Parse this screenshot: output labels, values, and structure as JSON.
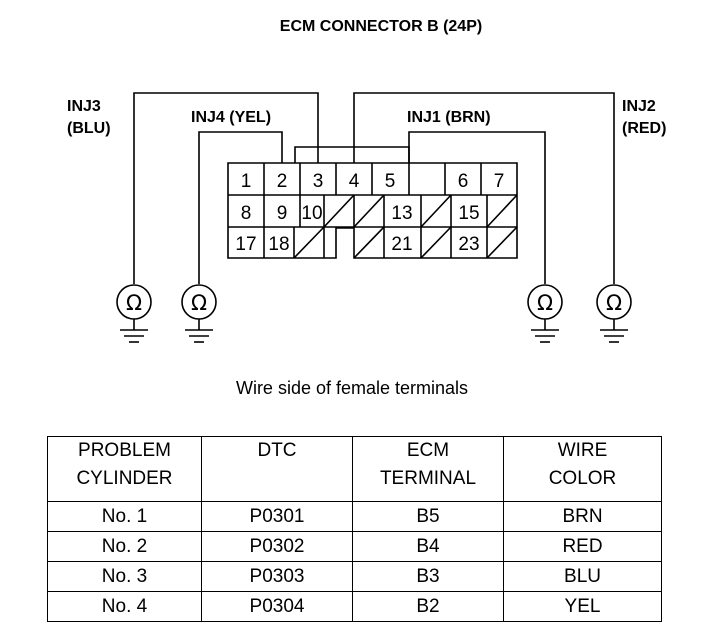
{
  "title": "ECM CONNECTOR B (24P)",
  "wire_labels": {
    "inj3_line1": "INJ3",
    "inj3_line2": "(BLU)",
    "inj4": "INJ4 (YEL)",
    "inj1": "INJ1 (BRN)",
    "inj2_line1": "INJ2",
    "inj2_line2": "(RED)"
  },
  "connector_pins": {
    "row1": [
      "1",
      "2",
      "3",
      "4",
      "5",
      "6",
      "7"
    ],
    "row2": [
      "8",
      "9",
      "10",
      "13",
      "15"
    ],
    "row3": [
      "17",
      "18",
      "21",
      "23"
    ]
  },
  "meter_symbol": "Ω",
  "caption": "Wire side of female terminals",
  "table": {
    "headers": [
      [
        "PROBLEM",
        "CYLINDER"
      ],
      [
        "DTC"
      ],
      [
        "ECM",
        "TERMINAL"
      ],
      [
        "WIRE",
        "COLOR"
      ]
    ],
    "rows": [
      [
        "No. 1",
        "P0301",
        "B5",
        "BRN"
      ],
      [
        "No. 2",
        "P0302",
        "B4",
        "RED"
      ],
      [
        "No. 3",
        "P0303",
        "B3",
        "BLU"
      ],
      [
        "No. 4",
        "P0304",
        "B2",
        "YEL"
      ]
    ]
  }
}
